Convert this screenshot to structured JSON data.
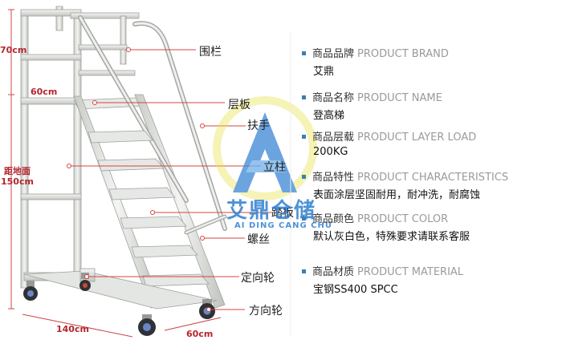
{
  "callouts": {
    "railing": "围栏",
    "platform": "层板",
    "handrail": "扶手",
    "post": "立柱",
    "step": "踏板",
    "screw": "螺丝",
    "fixed_caster": "定向轮",
    "swivel_caster": "方向轮"
  },
  "dimensions": {
    "top_height": "70cm",
    "platform_width": "60cm",
    "ground_height_label": "距地面",
    "ground_height_value": "150cm",
    "base_length": "140cm",
    "base_width": "60cm"
  },
  "watermark": {
    "brand": "艾鼎仓储",
    "brand_en": "AI DING CANG CHU"
  },
  "specs": [
    {
      "cn": "商品品牌",
      "en": "PRODUCT BRAND",
      "value": "艾鼎"
    },
    {
      "cn": "商品名称",
      "en": "PRODUCT NAME",
      "value": "登高梯"
    },
    {
      "cn": "商品层载",
      "en": "PRODUCT LAYER LOAD",
      "value": "200KG"
    },
    {
      "cn": "商品特性",
      "en": "PRODUCT CHARACTERISTICS",
      "value": "表面涂层坚固耐用，耐冲洗，耐腐蚀"
    },
    {
      "cn": "商品颜色",
      "en": "PRODUCT COLOR",
      "value": "默认灰白色，特殊要求请联系客服"
    },
    {
      "cn": "商品材质",
      "en": "PRODUCT MATERIAL",
      "value": "宝钢SS400  SPCC"
    }
  ],
  "colors": {
    "frame": "#e4e6e3",
    "frame_edge": "#9ea19c",
    "leader": "#d5443f",
    "dimension": "#b3262d",
    "bullet": "#3a7fb5",
    "watermark": "#2f7fd1"
  }
}
